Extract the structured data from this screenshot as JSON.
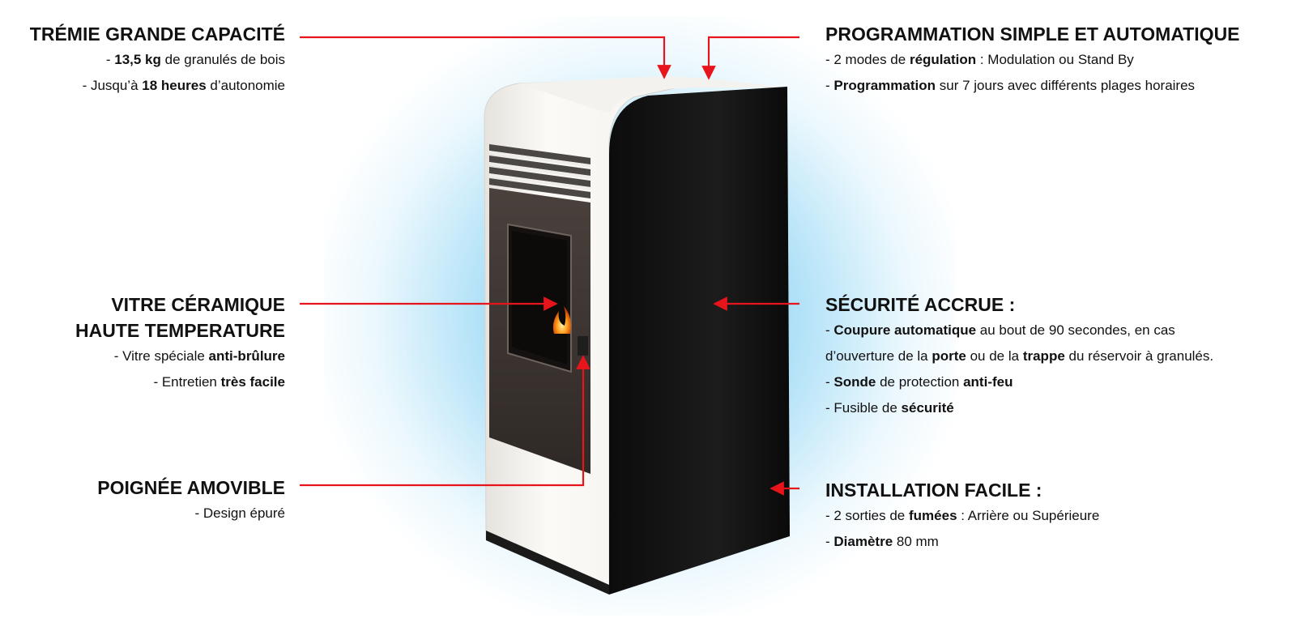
{
  "features": {
    "tremie": {
      "title": "TRÉMIE GRANDE CAPACITÉ",
      "lines": [
        [
          {
            "t": "- ",
            "b": false
          },
          {
            "t": "13,5 kg",
            "b": true
          },
          {
            "t": " de granulés de bois",
            "b": false
          }
        ],
        [
          {
            "t": "- Jusqu’à ",
            "b": false
          },
          {
            "t": "18 heures",
            "b": true
          },
          {
            "t": " d’autonomie",
            "b": false
          }
        ]
      ]
    },
    "vitre": {
      "title_lines": [
        "VITRE CÉRAMIQUE",
        "HAUTE TEMPERATURE"
      ],
      "lines": [
        [
          {
            "t": "- Vitre spéciale ",
            "b": false
          },
          {
            "t": "anti-brûlure",
            "b": true
          }
        ],
        [
          {
            "t": "- Entretien ",
            "b": false
          },
          {
            "t": "très facile",
            "b": true
          }
        ]
      ]
    },
    "poignee": {
      "title": "POIGNÉE AMOVIBLE",
      "lines": [
        [
          {
            "t": "- Design épuré",
            "b": false
          }
        ]
      ]
    },
    "programmation": {
      "title": "PROGRAMMATION SIMPLE ET AUTOMATIQUE",
      "lines": [
        [
          {
            "t": "- 2 modes de ",
            "b": false
          },
          {
            "t": "régulation",
            "b": true
          },
          {
            "t": " : Modulation ou Stand By",
            "b": false
          }
        ],
        [
          {
            "t": "- ",
            "b": false
          },
          {
            "t": "Programmation",
            "b": true
          },
          {
            "t": " sur 7 jours avec différents plages horaires",
            "b": false
          }
        ]
      ]
    },
    "securite": {
      "title": "SÉCURITÉ ACCRUE :",
      "lines": [
        [
          {
            "t": "- ",
            "b": false
          },
          {
            "t": "Coupure automatique",
            "b": true
          },
          {
            "t": " au bout de 90 secondes, en cas",
            "b": false
          }
        ],
        [
          {
            "t": " d’ouverture de la ",
            "b": false
          },
          {
            "t": "porte",
            "b": true
          },
          {
            "t": " ou de la ",
            "b": false
          },
          {
            "t": "trappe",
            "b": true
          },
          {
            "t": " du réservoir à granulés.",
            "b": false
          }
        ],
        [
          {
            "t": "- ",
            "b": false
          },
          {
            "t": "Sonde",
            "b": true
          },
          {
            "t": " de protection ",
            "b": false
          },
          {
            "t": "anti-feu",
            "b": true
          }
        ],
        [
          {
            "t": "- Fusible de ",
            "b": false
          },
          {
            "t": "sécurité",
            "b": true
          }
        ]
      ]
    },
    "installation": {
      "title": "INSTALLATION FACILE :",
      "lines": [
        [
          {
            "t": "- 2 sorties de ",
            "b": false
          },
          {
            "t": "fumées",
            "b": true
          },
          {
            "t": " : Arrière ou Supérieure",
            "b": false
          }
        ],
        [
          {
            "t": "- ",
            "b": false
          },
          {
            "t": "Diamètre",
            "b": true
          },
          {
            "t": " 80 mm",
            "b": false
          }
        ]
      ]
    }
  },
  "colors": {
    "arrow": "#e8141b",
    "stove_white": "#f7f5f1",
    "stove_black": "#141414",
    "glass": "#3d3633",
    "glow": "#8fd3f2"
  }
}
